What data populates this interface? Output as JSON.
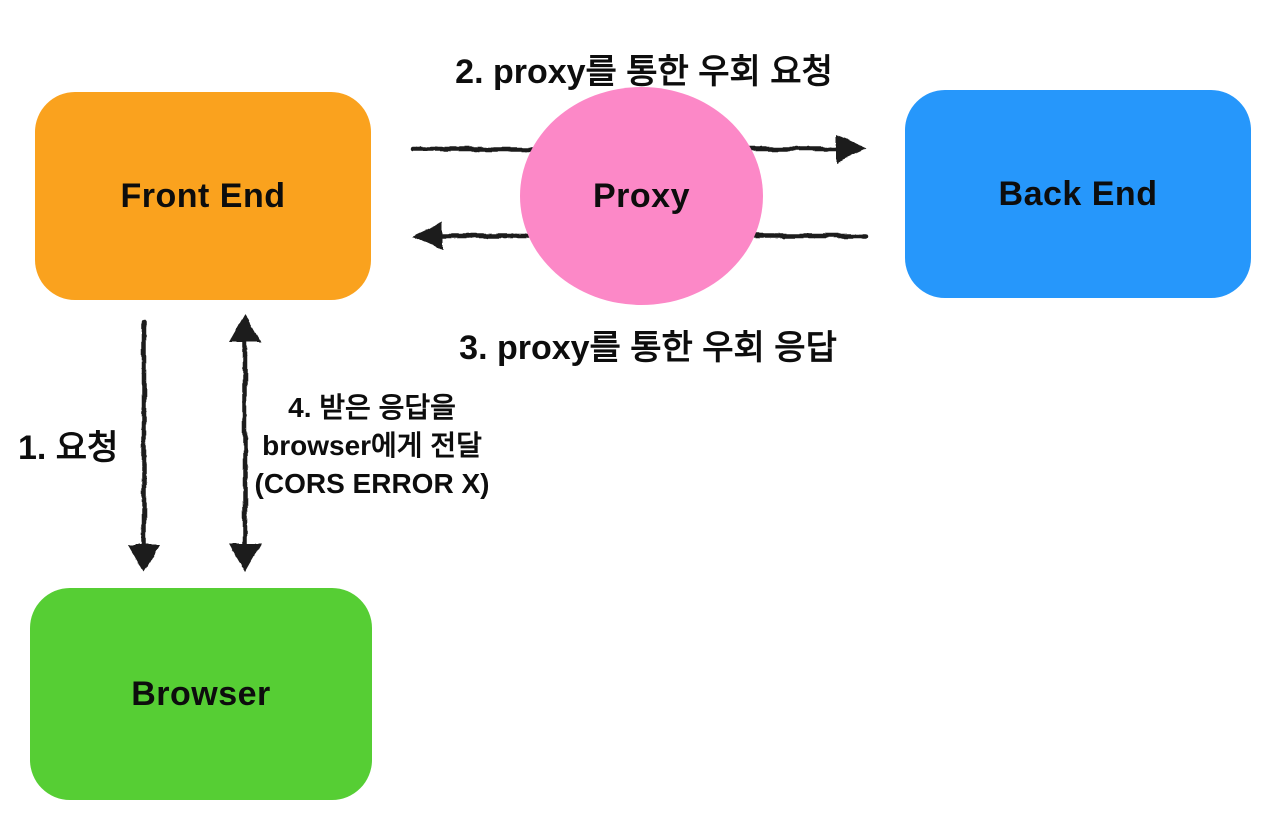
{
  "diagram": {
    "nodes": {
      "front_end": {
        "label": "Front End",
        "color": "#FAA21E"
      },
      "proxy": {
        "label": "Proxy",
        "color": "#FC88C7"
      },
      "back_end": {
        "label": "Back End",
        "color": "#2697FB"
      },
      "browser": {
        "label": "Browser",
        "color": "#56CE34"
      }
    },
    "annotations": {
      "step1": "1. 요청",
      "step2": "2. proxy를 통한 우회 요청",
      "step3": "3. proxy를 통한 우회 응답",
      "step4": {
        "line1": "4. 받은 응답을",
        "line2": "browser에게 전달",
        "line3": "(CORS ERROR X)"
      }
    },
    "arrow_color": "#1c1c1c",
    "text_color": "#0d0d0d"
  }
}
